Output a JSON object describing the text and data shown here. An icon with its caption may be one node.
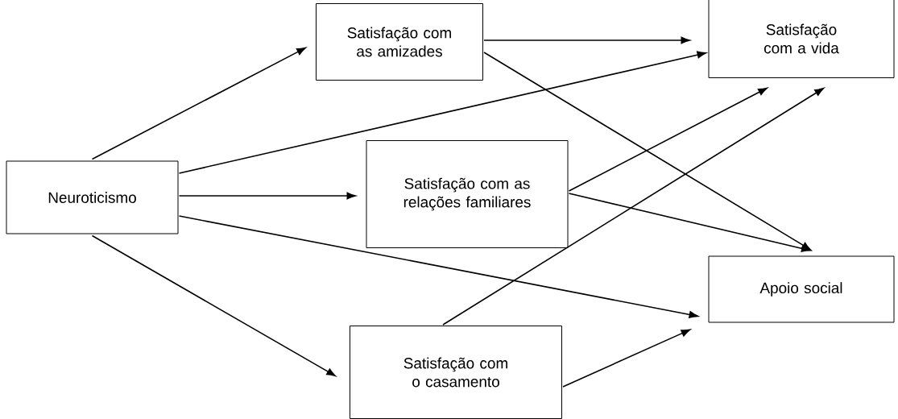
{
  "diagram": {
    "nodes": [
      {
        "text": [
          "Neuroticismo"
        ]
      },
      {
        "text": [
          "Satisfação com as amizades"
        ]
      },
      {
        "text": [
          "Satisfação com a vida"
        ]
      },
      {
        "text": [
          "Satisfação com as relações familiares"
        ]
      },
      {
        "text": [
          "Apoio social"
        ]
      },
      {
        "text": [
          "Satisfação com o casamento"
        ]
      }
    ],
    "edges": [
      {
        "from": 0,
        "to": 1,
        "arrow": "to"
      },
      {
        "from": 0,
        "to": 2,
        "arrow": "to"
      },
      {
        "from": 0,
        "to": 3,
        "arrow": "to"
      },
      {
        "from": 0,
        "to": 4,
        "arrow": "to"
      },
      {
        "from": 0,
        "to": 5,
        "arrow": "to"
      },
      {
        "from": 1,
        "to": 2,
        "arrow": "to"
      },
      {
        "from": 1,
        "to": 4,
        "arrow": "to"
      },
      {
        "from": 3,
        "to": 2,
        "arrow": "to"
      },
      {
        "from": 3,
        "to": 4,
        "arrow": "to"
      },
      {
        "from": 5,
        "to": 2,
        "arrow": "to"
      },
      {
        "from": 5,
        "to": 4,
        "arrow": "to"
      }
    ]
  }
}
